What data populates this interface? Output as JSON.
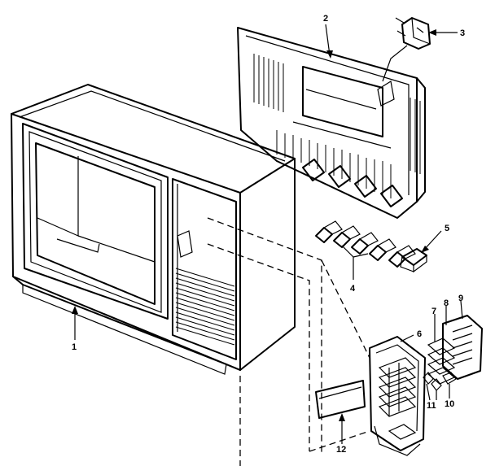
{
  "diagram": {
    "part_labels": [
      "1",
      "2",
      "3",
      "4",
      "5",
      "6",
      "7",
      "8",
      "9",
      "10",
      "11",
      "12"
    ]
  }
}
